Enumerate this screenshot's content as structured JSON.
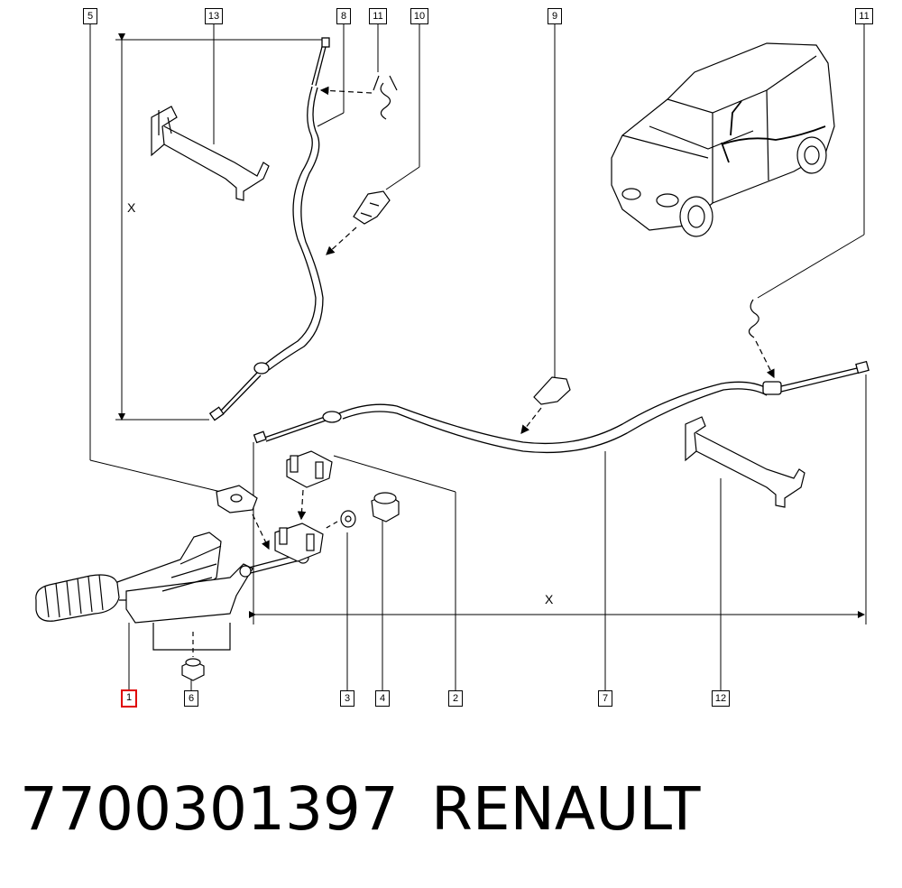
{
  "callouts": {
    "c1": "1",
    "c2": "2",
    "c3": "3",
    "c4": "4",
    "c5": "5",
    "c6": "6",
    "c7": "7",
    "c8": "8",
    "c9": "9",
    "c10": "10",
    "c11a": "11",
    "c11b": "11",
    "c12": "12",
    "c13": "13"
  },
  "dimensions": {
    "vertical": "X",
    "horizontal": "X"
  },
  "caption": {
    "part_number": "7700301397",
    "brand": "RENAULT"
  },
  "highlight_color": "#e00000"
}
